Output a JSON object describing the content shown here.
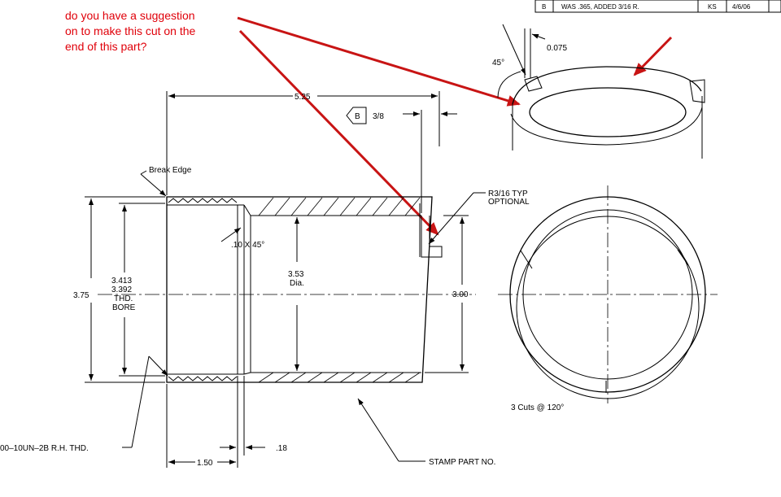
{
  "annotation": {
    "line1": "do you have a suggestion",
    "line2": "on to make this cut on the",
    "line3": "end of this part?",
    "color": "#e0000a",
    "arrow_color": "#c81414"
  },
  "revision_block": {
    "rev": "B",
    "description": "WAS .365, ADDED 3/16 R.",
    "by": "KS",
    "date": "4/6/06"
  },
  "section_view": {
    "overall_length": "5.25",
    "break_edge": "Break Edge",
    "revision_flag": "B",
    "cut_depth": "3/8",
    "radius_note_1": "R3/16 TYP",
    "radius_note_2": "OPTIONAL",
    "chamfer": ".10 X 45°",
    "outer_dia": "3.75",
    "thread_major_1": "3.413",
    "thread_major_2": "3.392",
    "thread_label_1": "THD.",
    "thread_label_2": "BORE",
    "inner_dia_1": "3.53",
    "inner_dia_2": "Dia.",
    "end_dia": "3.00",
    "thread_spec": "00–10UN–2B R.H. THD.",
    "thread_length": "1.50",
    "groove_width": ".18",
    "stamp_note": "STAMP PART NO."
  },
  "detail_view": {
    "chamfer_width": "0.075",
    "angle": "45°"
  },
  "end_view": {
    "cuts_note": "3 Cuts @ 120°"
  }
}
